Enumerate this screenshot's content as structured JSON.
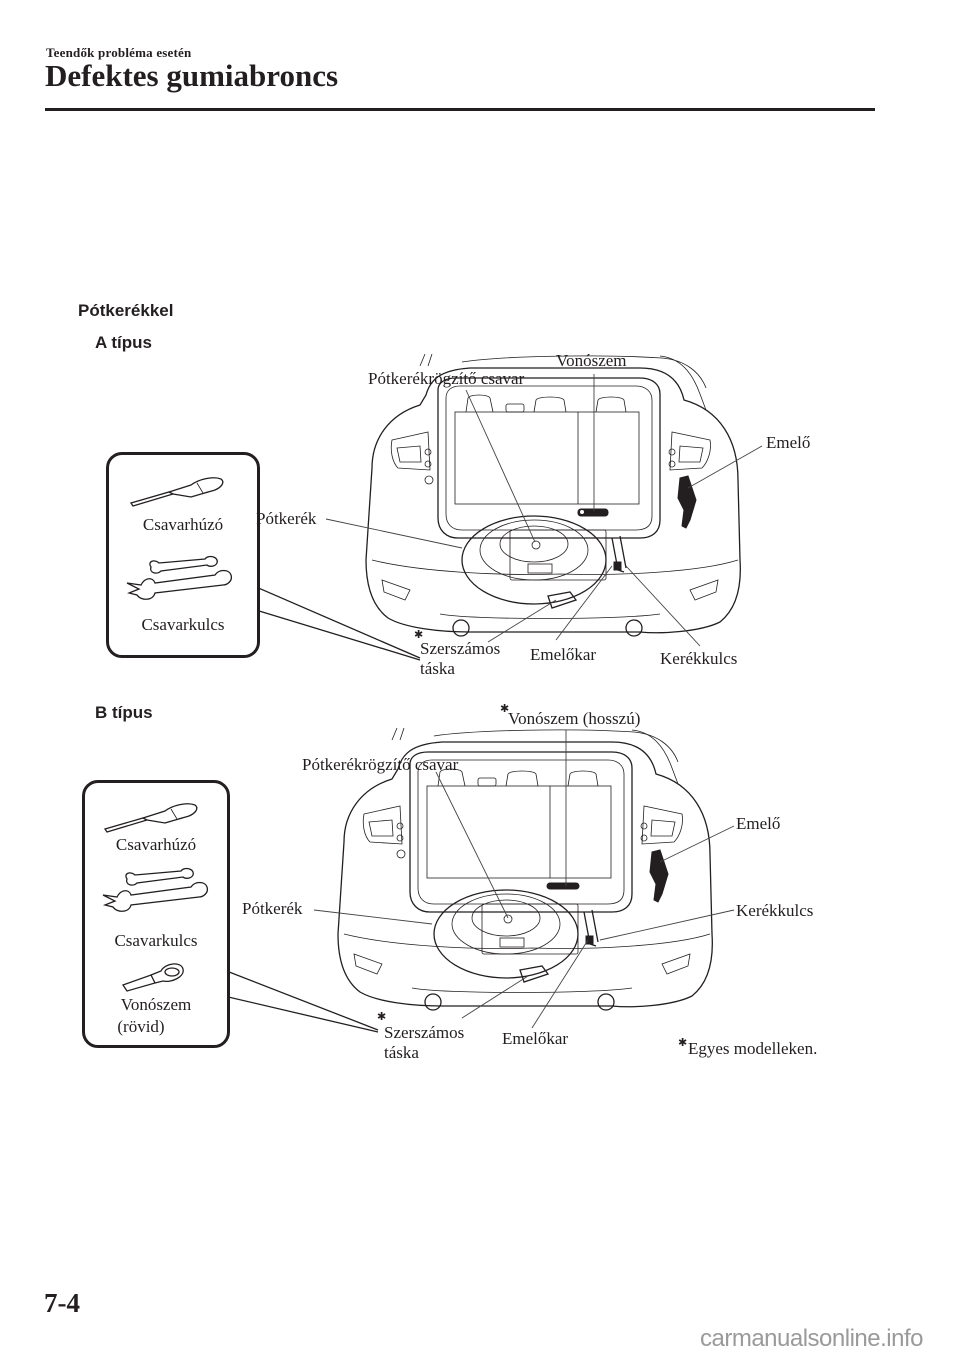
{
  "header": {
    "section": "Teendők probléma esetén",
    "title": "Defektes gumiabroncs"
  },
  "main": {
    "heading": "Pótkerékkel",
    "type_a": {
      "label": "A típus",
      "toolbox": {
        "items": [
          {
            "icon": "screwdriver-icon",
            "label": "Csavarhúzó"
          },
          {
            "icon": "wrench-icon",
            "label": "Csavarkulcs"
          }
        ]
      },
      "callouts": {
        "tow_hook": "Vonószem",
        "spare_tire_bolt": "Pótkerékrögzítő csavar",
        "jack": "Emelő",
        "spare_tire": "Pótkerék",
        "tool_bag": "Szerszámos\ntáska",
        "tool_bag_line1": "Szerszámos",
        "tool_bag_line2": "táska",
        "jack_handle": "Emelőkar",
        "lug_wrench": "Kerékkulcs"
      }
    },
    "type_b": {
      "label": "B típus",
      "toolbox": {
        "items": [
          {
            "icon": "screwdriver-icon",
            "label": "Csavarhúzó"
          },
          {
            "icon": "wrench-icon",
            "label": "Csavarkulcs"
          },
          {
            "icon": "tow-hook-icon",
            "label": "Vonószem",
            "label2": "(rövid)"
          }
        ]
      },
      "callouts": {
        "tow_hook_long": "Vonószem (hosszú)",
        "spare_tire_bolt": "Pótkerékrögzítő csavar",
        "jack": "Emelő",
        "spare_tire": "Pótkerék",
        "lug_wrench": "Kerékkulcs",
        "tool_bag_line1": "Szerszámos",
        "tool_bag_line2": "táska",
        "jack_handle": "Emelőkar"
      }
    },
    "footnote_marker": "✱",
    "footnote": "Egyes modelleken."
  },
  "footer": {
    "page_number": "7-4",
    "watermark": "carmanualsonline.info"
  }
}
